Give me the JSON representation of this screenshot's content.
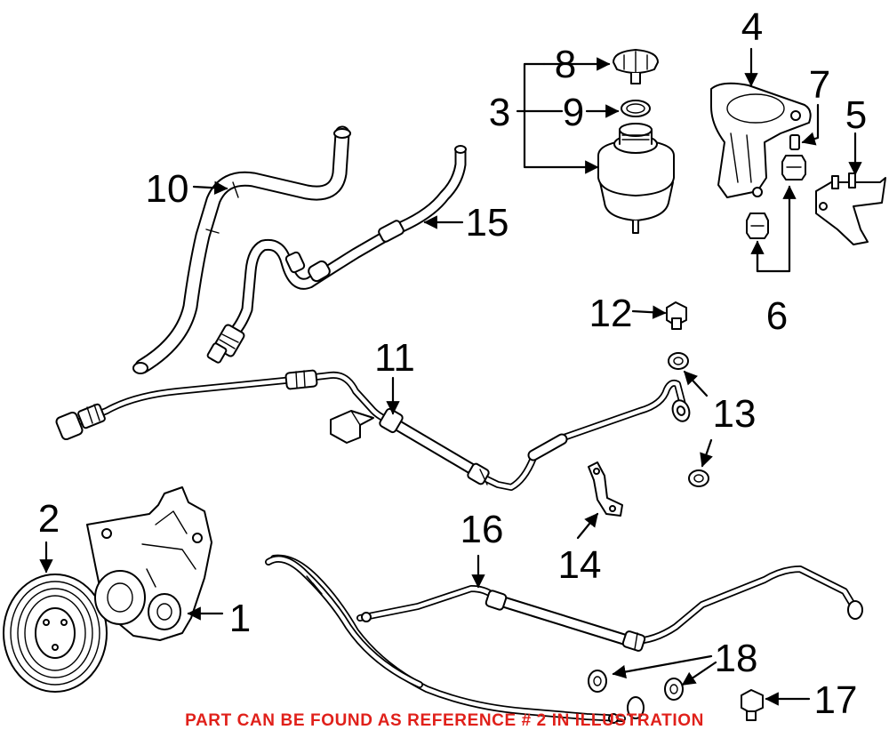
{
  "diagram": {
    "callouts": [
      "1",
      "2",
      "3",
      "4",
      "5",
      "6",
      "7",
      "8",
      "9",
      "10",
      "11",
      "12",
      "13",
      "14",
      "15",
      "16",
      "17",
      "18"
    ],
    "notice": "PART CAN BE FOUND AS REFERENCE # 2 IN ILLUSTRATION",
    "notice_color": "#e0201a"
  }
}
